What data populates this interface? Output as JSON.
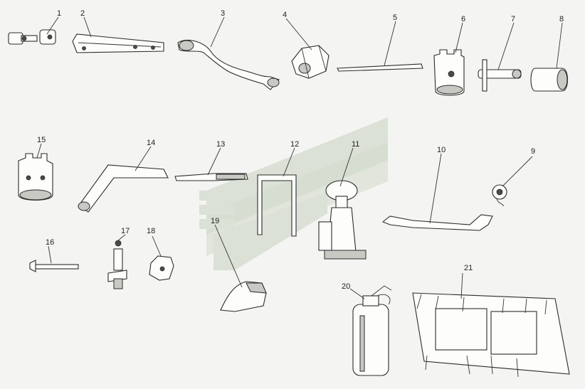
{
  "diagram": {
    "watermark_icon": "chevron-logo",
    "colors": {
      "background": "#f4f4f2",
      "line": "#2b2b2b",
      "watermark": "#c9d2c2"
    },
    "parts": [
      {
        "id": "1",
        "label": "1"
      },
      {
        "id": "2",
        "label": "2"
      },
      {
        "id": "3",
        "label": "3"
      },
      {
        "id": "4",
        "label": "4"
      },
      {
        "id": "5",
        "label": "5"
      },
      {
        "id": "6",
        "label": "6"
      },
      {
        "id": "7",
        "label": "7"
      },
      {
        "id": "8",
        "label": "8"
      },
      {
        "id": "9",
        "label": "9"
      },
      {
        "id": "10",
        "label": "10"
      },
      {
        "id": "11",
        "label": "11"
      },
      {
        "id": "12",
        "label": "12"
      },
      {
        "id": "13",
        "label": "13"
      },
      {
        "id": "14",
        "label": "14"
      },
      {
        "id": "15",
        "label": "15"
      },
      {
        "id": "16",
        "label": "16"
      },
      {
        "id": "17",
        "label": "17"
      },
      {
        "id": "18",
        "label": "18"
      },
      {
        "id": "19",
        "label": "19"
      },
      {
        "id": "20",
        "label": "20"
      },
      {
        "id": "21",
        "label": "21"
      }
    ]
  }
}
